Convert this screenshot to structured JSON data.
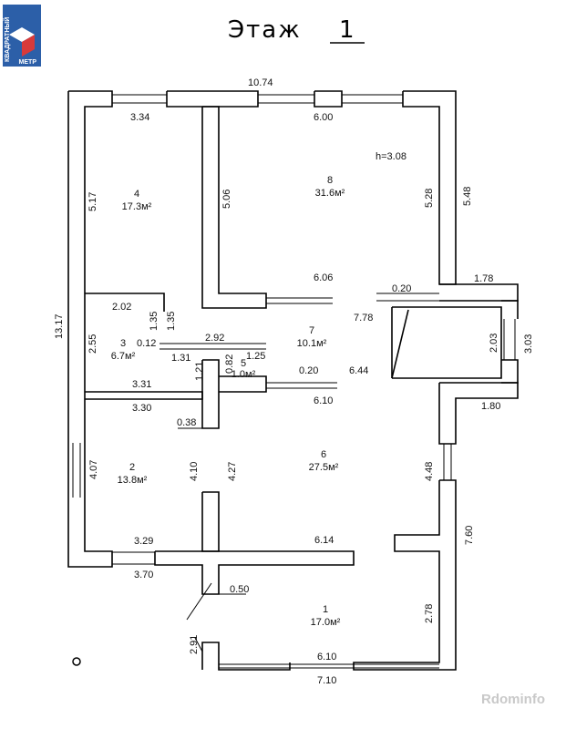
{
  "header": {
    "title": "Этаж",
    "floor_number": "1",
    "logo_line1": "КВАДРАТНЫЙ",
    "logo_line2": "МЕТР"
  },
  "watermark": "Rdominfo",
  "ceiling_height": "h=3.08",
  "rooms": [
    {
      "number": "4",
      "area": "17.3м²"
    },
    {
      "number": "8",
      "area": "31.6м²"
    },
    {
      "number": "7",
      "area": "10.1м²"
    },
    {
      "number": "3",
      "area": "6.7м²"
    },
    {
      "number": "5",
      "area": "1.0м²"
    },
    {
      "number": "2",
      "area": "13.8м²"
    },
    {
      "number": "6",
      "area": "27.5м²"
    },
    {
      "number": "1",
      "area": "17.0м²"
    }
  ],
  "dimensions": {
    "top_total": "10.74",
    "room4_width": "3.34",
    "room8_width": "6.00",
    "room4_height": "5.17",
    "room8_left_height": "5.06",
    "room8_right_height": "5.28",
    "outer_right_upper": "5.48",
    "room8_bottom": "6.06",
    "closet_width": "2.02",
    "closet_h1": "1.35",
    "closet_h2": "1.35",
    "outer_left": "13.17",
    "room3_height": "2.55",
    "room3_thin": "0.12",
    "corridor_width": "2.92",
    "room3_bottom_w": "1.31",
    "bath_h": "0.82",
    "bath_w": "1.25",
    "bath_side": "1.21",
    "wall_020_a": "0.20",
    "wall_020_b": "0.20",
    "room7_right": "7.78",
    "room7_lower": "6.44",
    "room3_width": "3.31",
    "room2_top": "3.30",
    "room6_top": "6.10",
    "wall_038": "0.38",
    "bay_top": "1.78",
    "bay_inner": "2.03",
    "bay_outer": "3.03",
    "bay_bottom": "1.80",
    "room2_left": "4.07",
    "room2_right": "4.10",
    "room6_left": "4.27",
    "room6_right": "4.48",
    "outer_right_lower": "7.60",
    "room2_bottom": "3.29",
    "room2_outer_bottom": "3.70",
    "room6_bottom": "6.14",
    "wall_050": "0.50",
    "room1_right": "2.78",
    "room1_left": "2.91",
    "room1_inner_bottom": "6.10",
    "room1_outer_bottom": "7.10"
  }
}
